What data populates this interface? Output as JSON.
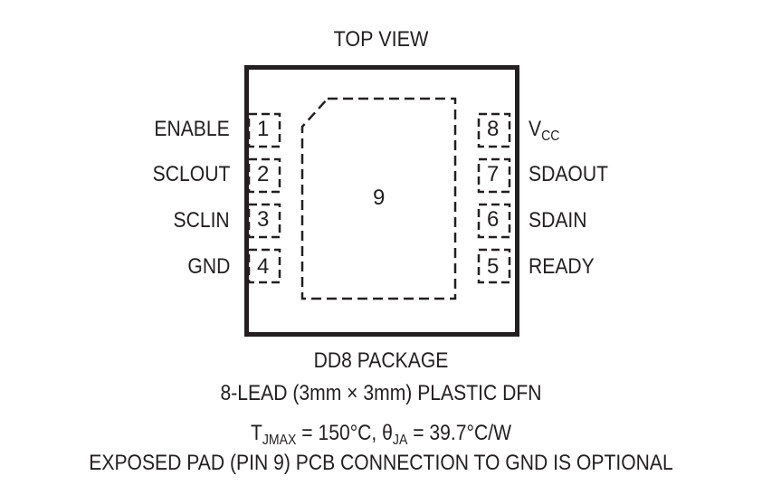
{
  "title": "TOP VIEW",
  "package": {
    "name": "DD8 PACKAGE",
    "description": "8-LEAD (3mm × 3mm) PLASTIC DFN",
    "tjmax_label": "T",
    "tjmax_sub": "JMAX",
    "tjmax_value": " = 150°C, θ",
    "theta_sub": "JA",
    "theta_value": " = 39.7°C/W",
    "note": "EXPOSED PAD (PIN 9) PCB CONNECTION TO GND IS OPTIONAL"
  },
  "exposed_pad": {
    "number": "9"
  },
  "pins_left": [
    {
      "number": "1",
      "name": "ENABLE"
    },
    {
      "number": "2",
      "name": "SCLOUT"
    },
    {
      "number": "3",
      "name": "SCLIN"
    },
    {
      "number": "4",
      "name": "GND"
    }
  ],
  "pins_right": [
    {
      "number": "8",
      "name": "V",
      "name_sub": "CC"
    },
    {
      "number": "7",
      "name": "SDAOUT"
    },
    {
      "number": "6",
      "name": "SDAIN"
    },
    {
      "number": "5",
      "name": "READY"
    }
  ]
}
